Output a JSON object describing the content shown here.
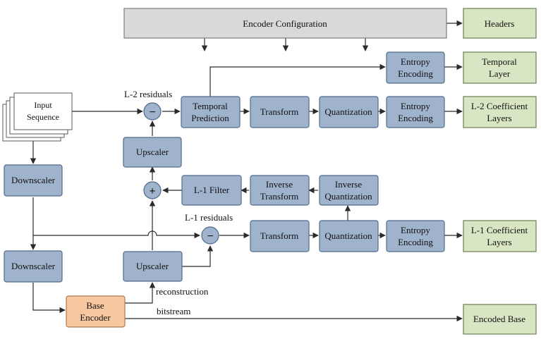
{
  "diagram": {
    "encoder_config": "Encoder Configuration",
    "headers": "Headers",
    "input_sequence": [
      "Input",
      "Sequence"
    ],
    "temporal_layer": [
      "Temporal",
      "Layer"
    ],
    "l2_coeff_layers": [
      "L-2 Coefficient",
      "Layers"
    ],
    "l1_coeff_layers": [
      "L-1 Coefficient",
      "Layers"
    ],
    "encoded_base": "Encoded Base",
    "entropy_encoding": [
      "Entropy",
      "Encoding"
    ],
    "temporal_prediction": [
      "Temporal",
      "Prediction"
    ],
    "transform": "Transform",
    "quantization": "Quantization",
    "upscaler": "Upscaler",
    "downscaler": "Downscaler",
    "l1_filter": "L-1 Filter",
    "inverse_transform": [
      "Inverse",
      "Transform"
    ],
    "inverse_quantization": [
      "Inverse",
      "Quantization"
    ],
    "base_encoder": [
      "Base",
      "Encoder"
    ],
    "l2_residuals": "L-2 residuals",
    "l1_residuals": "L-1 residuals",
    "reconstruction": "reconstruction",
    "bitstream": "bitstream",
    "minus_sign": "−",
    "plus_sign": "+"
  }
}
